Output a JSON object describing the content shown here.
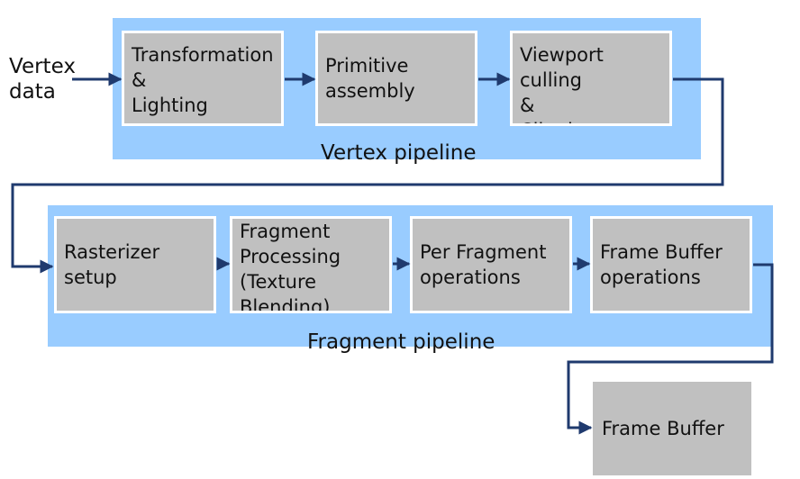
{
  "input": {
    "label": "Vertex\ndata"
  },
  "vertex_pipeline": {
    "title": "Vertex pipeline",
    "stages": [
      "Transformation\n&\nLighting",
      "Primitive\nassembly",
      "Viewport culling\n&\nClipping"
    ]
  },
  "fragment_pipeline": {
    "title": "Fragment pipeline",
    "stages": [
      "Rasterizer\nsetup",
      "Fragment\nProcessing\n(Texture\nBlending)",
      "Per Fragment\noperations",
      "Frame Buffer\noperations"
    ]
  },
  "output": {
    "label": "Frame Buffer"
  },
  "colors": {
    "band": "#99ccff",
    "box": "#c0c0c0",
    "box_border": "#ffffff",
    "arrow": "#1f3a6e",
    "text": "#111111"
  }
}
